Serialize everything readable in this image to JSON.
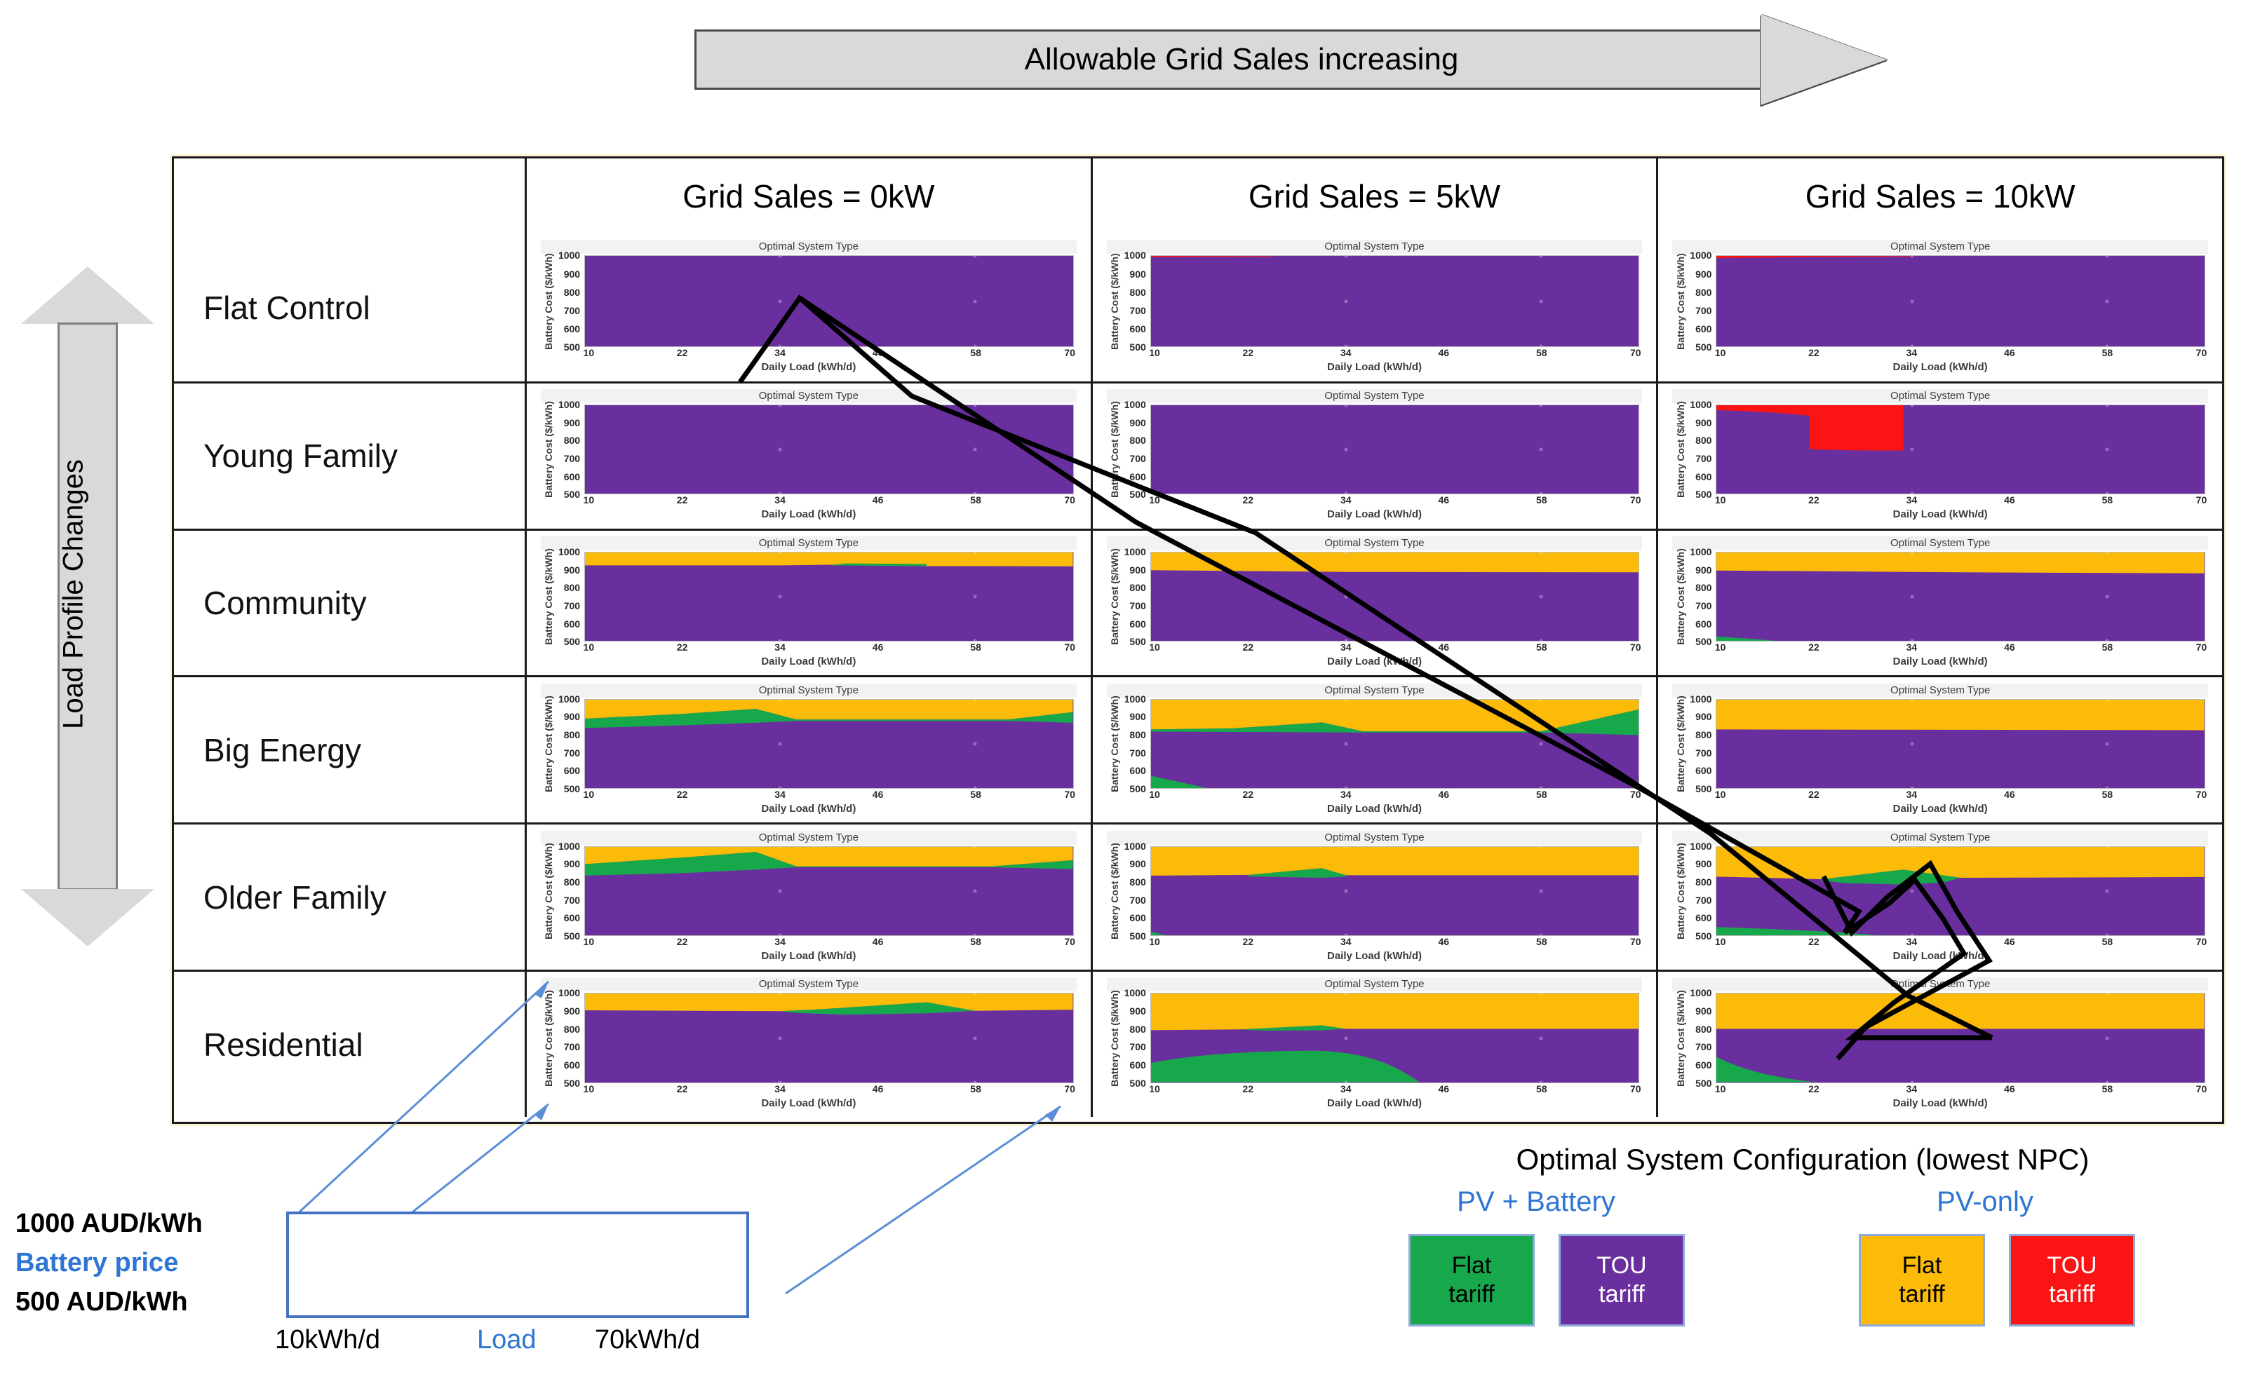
{
  "top_arrow": {
    "label": "Allowable Grid Sales increasing"
  },
  "left_arrow": {
    "label": "Load Profile Changes"
  },
  "table": {
    "corner_label": "",
    "columns": [
      {
        "label": "Grid Sales = 0kW",
        "value_kw": 0
      },
      {
        "label": "Grid Sales = 5kW",
        "value_kw": 5
      },
      {
        "label": "Grid Sales = 10kW",
        "value_kw": 10
      }
    ],
    "rows": [
      {
        "label": "Flat Control"
      },
      {
        "label": "Young Family"
      },
      {
        "label": "Community"
      },
      {
        "label": "Big Energy"
      },
      {
        "label": "Older Family"
      },
      {
        "label": "Residential"
      }
    ]
  },
  "axis_key": {
    "battery_max": "1000 AUD/kWh",
    "battery_label": "Battery price",
    "battery_min": "500 AUD/kWh",
    "load_min": "10kWh/d",
    "load_label": "Load",
    "load_max": "70kWh/d"
  },
  "legend": {
    "title": "Optimal System Configuration (lowest NPC)",
    "group_pv_battery": "PV + Battery",
    "group_pv_only": "PV-only",
    "entries": [
      {
        "id": "flat-pvbatt",
        "line1": "Flat",
        "line2": "tariff",
        "color": "#17a84c",
        "group": "PV + Battery"
      },
      {
        "id": "tou-pvbatt",
        "line1": "TOU",
        "line2": "tariff",
        "color": "#6a2f9e",
        "group": "PV + Battery"
      },
      {
        "id": "flat-pvonly",
        "line1": "Flat",
        "line2": "tariff",
        "color": "#fbbb08",
        "group": "PV-only"
      },
      {
        "id": "tou-pvonly",
        "line1": "TOU",
        "line2": "tariff",
        "color": "#fb1414",
        "group": "PV-only"
      }
    ]
  },
  "chart_data": {
    "type": "heatmap",
    "title": "Optimal System Type",
    "xlabel": "Daily Load (kWh/d)",
    "ylabel": "Battery Cost ($/kWh)",
    "xlim": [
      10,
      70
    ],
    "ylim": [
      500,
      1000
    ],
    "xticks": [
      10,
      22,
      34,
      46,
      58,
      70
    ],
    "yticks": [
      500,
      600,
      700,
      800,
      900,
      1000
    ],
    "grid": false,
    "legend_position": "below-figure",
    "category_colors": {
      "PV+Battery Flat tariff": "#17a84c",
      "PV+Battery TOU tariff": "#6a2f9e",
      "PV-only Flat tariff": "#fbbb08",
      "PV-only TOU tariff": "#fb1414"
    },
    "panels": [
      {
        "row": "Flat Control",
        "col": "Grid Sales = 0kW",
        "dominant": "PV+Battery TOU tariff",
        "regions": [
          {
            "category": "PV+Battery TOU tariff",
            "area_fraction": 1.0,
            "description": "entire domain purple"
          }
        ]
      },
      {
        "row": "Flat Control",
        "col": "Grid Sales = 5kW",
        "dominant": "PV+Battery TOU tariff",
        "regions": [
          {
            "category": "PV+Battery TOU tariff",
            "area_fraction": 0.99,
            "description": "entire domain purple"
          },
          {
            "category": "PV-only TOU tariff",
            "area_fraction": 0.01,
            "description": "thin red sliver at top edge, load 10-22, cost ~995-1000"
          }
        ]
      },
      {
        "row": "Flat Control",
        "col": "Grid Sales = 10kW",
        "dominant": "PV+Battery TOU tariff",
        "regions": [
          {
            "category": "PV+Battery TOU tariff",
            "area_fraction": 0.98,
            "description": "entire domain purple"
          },
          {
            "category": "PV-only TOU tariff",
            "area_fraction": 0.02,
            "description": "red sliver at top edge, load 10-30, cost ~990-1000"
          }
        ]
      },
      {
        "row": "Young Family",
        "col": "Grid Sales = 0kW",
        "dominant": "PV+Battery TOU tariff",
        "regions": [
          {
            "category": "PV+Battery TOU tariff",
            "area_fraction": 1.0,
            "description": "entire domain purple"
          }
        ]
      },
      {
        "row": "Young Family",
        "col": "Grid Sales = 5kW",
        "dominant": "PV+Battery TOU tariff",
        "regions": [
          {
            "category": "PV+Battery TOU tariff",
            "area_fraction": 1.0,
            "description": "entire domain purple"
          }
        ]
      },
      {
        "row": "Young Family",
        "col": "Grid Sales = 10kW",
        "dominant": "PV+Battery TOU tariff",
        "regions": [
          {
            "category": "PV+Battery TOU tariff",
            "area_fraction": 0.88,
            "description": "purple background"
          },
          {
            "category": "PV-only TOU tariff",
            "area_fraction": 0.12,
            "description": "large red block load 10-32, cost 750-1000"
          }
        ]
      },
      {
        "row": "Community",
        "col": "Grid Sales = 0kW",
        "dominant": "PV+Battery TOU tariff",
        "regions": [
          {
            "category": "PV-only Flat tariff",
            "area_fraction": 0.15,
            "description": "orange band above cost ~925"
          },
          {
            "category": "PV+Battery TOU tariff",
            "area_fraction": 0.84,
            "description": "purple below cost ~925"
          },
          {
            "category": "PV+Battery Flat tariff",
            "area_fraction": 0.01,
            "description": "thin green sliver load 40-52 at cost ~925"
          }
        ]
      },
      {
        "row": "Community",
        "col": "Grid Sales = 5kW",
        "dominant": "PV+Battery TOU tariff",
        "regions": [
          {
            "category": "PV-only Flat tariff",
            "area_fraction": 0.21,
            "description": "orange band above cost ~895"
          },
          {
            "category": "PV+Battery TOU tariff",
            "area_fraction": 0.79,
            "description": "purple below cost ~895"
          }
        ]
      },
      {
        "row": "Community",
        "col": "Grid Sales = 10kW",
        "dominant": "PV+Battery TOU tariff",
        "regions": [
          {
            "category": "PV-only Flat tariff",
            "area_fraction": 0.21,
            "description": "orange band above cost ~890"
          },
          {
            "category": "PV+Battery TOU tariff",
            "area_fraction": 0.78,
            "description": "purple below"
          },
          {
            "category": "PV+Battery Flat tariff",
            "area_fraction": 0.01,
            "description": "tiny green wedge bottom-left at cost ~500-520, load 10-16"
          }
        ]
      },
      {
        "row": "Big Energy",
        "col": "Grid Sales = 0kW",
        "dominant": "PV+Battery TOU tariff",
        "regions": [
          {
            "category": "PV-only Flat tariff",
            "area_fraction": 0.22,
            "description": "orange band at top"
          },
          {
            "category": "PV+Battery Flat tariff",
            "area_fraction": 0.08,
            "description": "green band load 10-34 between cost ~840 and ~950; re-emerges load 60-70"
          },
          {
            "category": "PV+Battery TOU tariff",
            "area_fraction": 0.7,
            "description": "purple below cost ~870"
          }
        ]
      },
      {
        "row": "Big Energy",
        "col": "Grid Sales = 5kW",
        "dominant": "PV+Battery TOU tariff",
        "regions": [
          {
            "category": "PV-only Flat tariff",
            "area_fraction": 0.32,
            "description": "orange band above cost ~820"
          },
          {
            "category": "PV+Battery Flat tariff",
            "area_fraction": 0.05,
            "description": "green bumps load 18-34 up to cost ~870 and load 58-70 up to ~945; plus bottom-left wedge cost 500-560"
          },
          {
            "category": "PV+Battery TOU tariff",
            "area_fraction": 0.63,
            "description": "purple below cost ~820"
          }
        ]
      },
      {
        "row": "Big Energy",
        "col": "Grid Sales = 10kW",
        "dominant": "PV+Battery TOU tariff",
        "regions": [
          {
            "category": "PV-only Flat tariff",
            "area_fraction": 0.34,
            "description": "orange band above cost ~830"
          },
          {
            "category": "PV+Battery TOU tariff",
            "area_fraction": 0.66,
            "description": "purple below cost ~830"
          }
        ]
      },
      {
        "row": "Older Family",
        "col": "Grid Sales = 0kW",
        "dominant": "PV+Battery TOU tariff",
        "regions": [
          {
            "category": "PV-only Flat tariff",
            "area_fraction": 0.22,
            "description": "orange band at top"
          },
          {
            "category": "PV+Battery Flat tariff",
            "area_fraction": 0.09,
            "description": "green band load 10-34 between cost ~840 and ~975; narrow strip load 58-70"
          },
          {
            "category": "PV+Battery TOU tariff",
            "area_fraction": 0.69,
            "description": "purple below cost ~880"
          }
        ]
      },
      {
        "row": "Older Family",
        "col": "Grid Sales = 5kW",
        "dominant": "PV+Battery TOU tariff",
        "regions": [
          {
            "category": "PV-only Flat tariff",
            "area_fraction": 0.32,
            "description": "orange band above cost ~840"
          },
          {
            "category": "PV+Battery Flat tariff",
            "area_fraction": 0.02,
            "description": "green bump load 21-34 peaking at cost ~880; sliver at bottom-left"
          },
          {
            "category": "PV+Battery TOU tariff",
            "area_fraction": 0.66,
            "description": "purple below cost ~835"
          }
        ]
      },
      {
        "row": "Older Family",
        "col": "Grid Sales = 10kW",
        "dominant": "PV+Battery TOU tariff",
        "regions": [
          {
            "category": "PV-only Flat tariff",
            "area_fraction": 0.33,
            "description": "orange band above cost ~825"
          },
          {
            "category": "PV+Battery Flat tariff",
            "area_fraction": 0.05,
            "description": "green diamond load 24-38 cost 790-875 plus bottom strip load 10-30 cost 500-545"
          },
          {
            "category": "PV+Battery TOU tariff",
            "area_fraction": 0.62,
            "description": "purple body"
          }
        ]
      },
      {
        "row": "Residential",
        "col": "Grid Sales = 0kW",
        "dominant": "PV+Battery TOU tariff",
        "regions": [
          {
            "category": "PV-only Flat tariff",
            "area_fraction": 0.19,
            "description": "orange band above cost ~905"
          },
          {
            "category": "PV+Battery Flat tariff",
            "area_fraction": 0.03,
            "description": "green lens load 34-56 between cost ~870 and ~950"
          },
          {
            "category": "PV+Battery TOU tariff",
            "area_fraction": 0.78,
            "description": "purple below cost ~900"
          }
        ]
      },
      {
        "row": "Residential",
        "col": "Grid Sales = 5kW",
        "dominant": "PV-only Flat tariff",
        "regions": [
          {
            "category": "PV-only Flat tariff",
            "area_fraction": 0.41,
            "description": "orange band above cost ~795"
          },
          {
            "category": "PV+Battery Flat tariff",
            "area_fraction": 0.13,
            "description": "large green dome load 10-43 up to cost ~675; small green bump load 22-34 near cost 800-820"
          },
          {
            "category": "PV+Battery TOU tariff",
            "area_fraction": 0.46,
            "description": "purple remainder"
          }
        ]
      },
      {
        "row": "Residential",
        "col": "Grid Sales = 10kW",
        "dominant": "PV-only Flat tariff",
        "regions": [
          {
            "category": "PV-only Flat tariff",
            "area_fraction": 0.41,
            "description": "orange band above cost ~800"
          },
          {
            "category": "PV+Battery Flat tariff",
            "area_fraction": 0.02,
            "description": "green corner bottom-left load 10-22 cost 500-640"
          },
          {
            "category": "PV+Battery TOU tariff",
            "area_fraction": 0.57,
            "description": "purple remainder"
          }
        ]
      }
    ]
  }
}
